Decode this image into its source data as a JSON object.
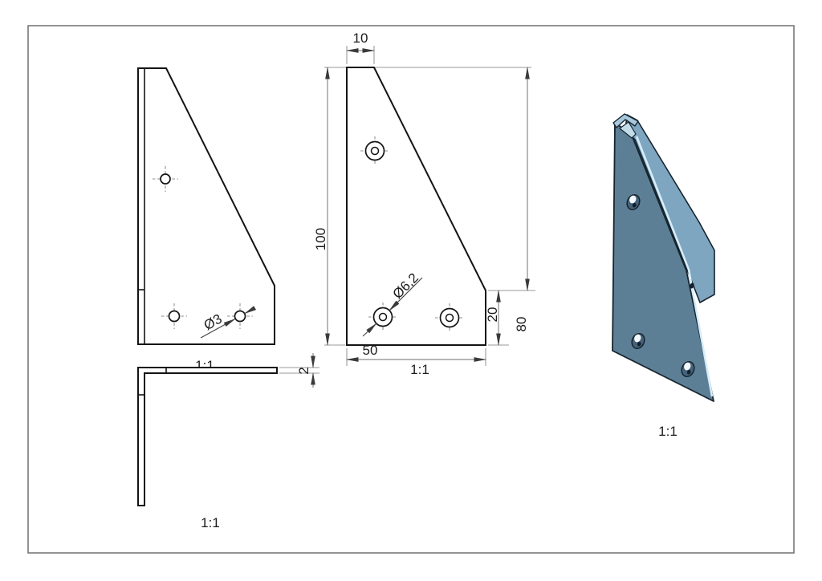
{
  "drawing": {
    "views": {
      "side": {
        "scale": "1:1",
        "hole_callout": "Ø3"
      },
      "front": {
        "scale": "1:1",
        "hole_callout": "Ø6,2",
        "dims": {
          "top_width": "10",
          "height": "100",
          "bottom_width": "50",
          "right_edge_height": "20",
          "diagonal_height": "80"
        }
      },
      "top": {
        "scale": "1:1",
        "dims": {
          "thickness": "2"
        }
      },
      "iso": {
        "scale": "1:1"
      }
    },
    "colors": {
      "outline": "#141414",
      "dimension_lines": "#8a8a8a",
      "border": "#6f6f6f",
      "iso_face": "#5d7f95",
      "iso_flange": "#7fa6c0",
      "iso_top_face": "#a6c8da",
      "iso_highlight": "#d6edf9"
    }
  }
}
